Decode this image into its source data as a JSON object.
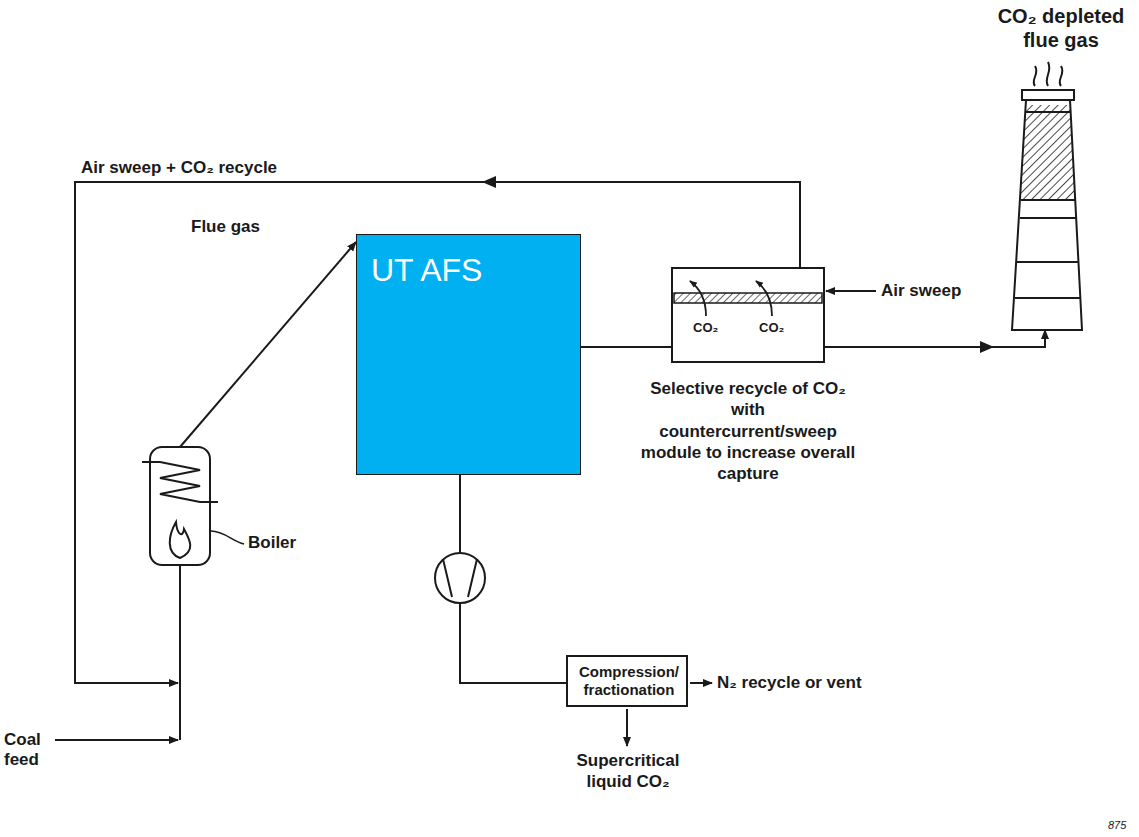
{
  "diagram": {
    "nodes": [
      {
        "text": [
          "CO₂ depleted flue gas"
        ]
      },
      {
        "text": [
          "UT AFS"
        ]
      },
      {
        "text": [
          "CO₂",
          "CO₂",
          "Selective recycle of CO₂ with countercurrent/sweep module to increase overall capture"
        ]
      },
      {
        "text": [
          "Boiler"
        ]
      },
      {
        "text": [
          "Compression/ fractionation"
        ]
      }
    ],
    "edges": [
      {
        "from": 3,
        "to": 1,
        "label": "Flue gas",
        "arrow": "to"
      },
      {
        "from": 1,
        "to": 2,
        "arrow": "none"
      },
      {
        "from": 2,
        "to": 0,
        "arrow": "to"
      },
      {
        "from": 2,
        "to": 3,
        "label": "Air sweep + CO₂ recycle",
        "arrow": "to"
      },
      {
        "from": 1,
        "to": 4,
        "arrow": "none"
      }
    ],
    "labels": [
      "Air sweep",
      "Coal feed",
      "N₂ recycle or vent",
      "Supercritical liquid CO₂",
      "875"
    ]
  }
}
